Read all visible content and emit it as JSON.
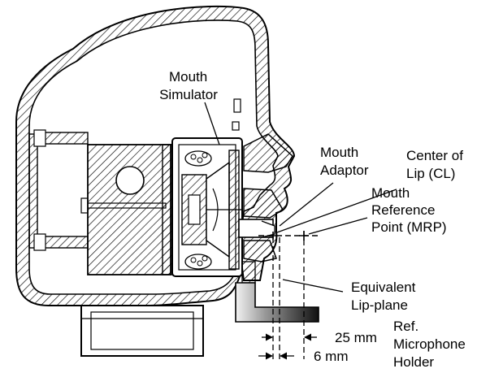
{
  "labels": {
    "mouth_simulator": [
      "Mouth",
      "Simulator"
    ],
    "mouth_adaptor": [
      "Mouth",
      "Adaptor"
    ],
    "center_of_lip": [
      "Center of",
      "Lip (CL)"
    ],
    "mrp": [
      "Mouth",
      "Reference",
      "Point (MRP)"
    ],
    "equivalent_lip_plane": [
      "Equivalent",
      "Lip-plane"
    ],
    "ref_microphone_holder": [
      "Ref.",
      "Microphone",
      "Holder"
    ],
    "dim_25": "25 mm",
    "dim_6": "6 mm"
  },
  "colors": {
    "line": "#000000",
    "fill": "#ffffff"
  }
}
